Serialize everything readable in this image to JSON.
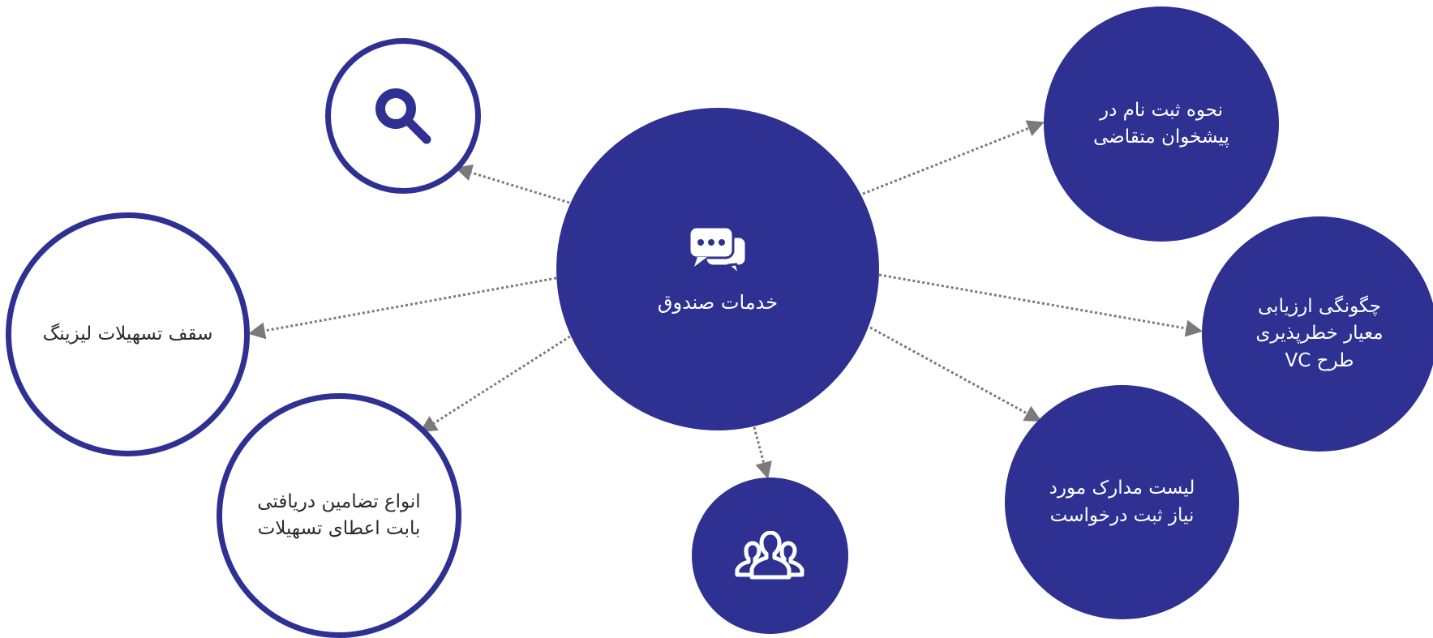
{
  "colors": {
    "primary": "#2e3192",
    "connector": "#7a7a7a"
  },
  "center": {
    "label": "خدمات صندوق",
    "icon": "chat-bubbles-icon"
  },
  "nodes": {
    "search": {
      "icon": "search-icon"
    },
    "leasing": {
      "label": "سقف تسهیلات لیزینگ"
    },
    "guarantee": {
      "label": "انواع تضامین دریافتی\nبابت اعطای تسهیلات"
    },
    "team": {
      "icon": "people-group-icon"
    },
    "register": {
      "label": "نحوه ثبت نام در\nپیشخوان متقاضی"
    },
    "risk": {
      "label": "چگونگی ارزیابی\nمعیار خطرپذیری\nطرح VC"
    },
    "docs": {
      "label": "لیست مدارک مورد\nنیاز ثبت درخواست"
    }
  }
}
